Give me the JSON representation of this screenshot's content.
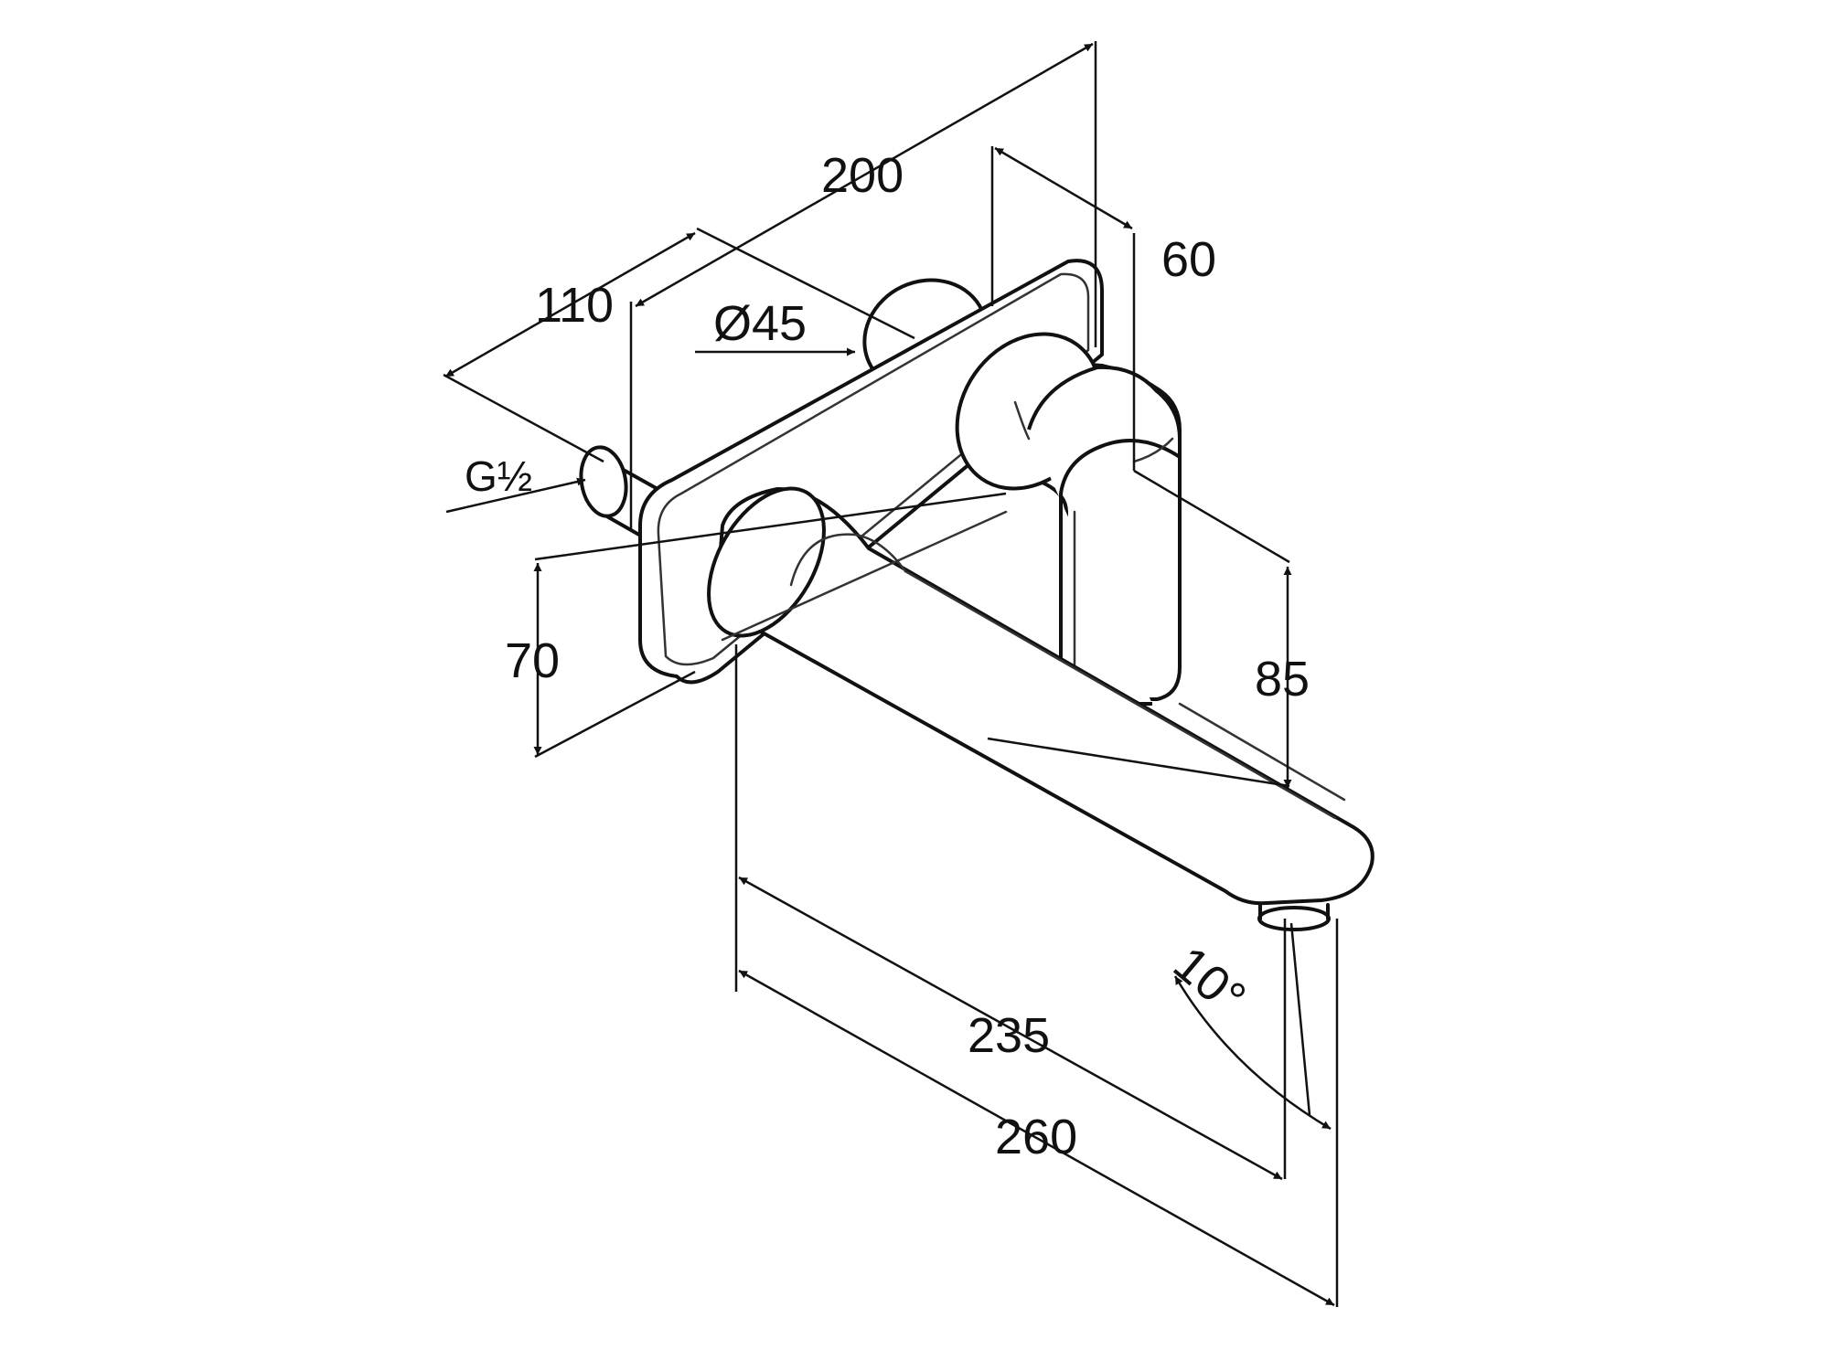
{
  "dimensions": {
    "overall_depth": "200",
    "offset_depth": "110",
    "lever_depth": "60",
    "rosette_diameter": "Ø45",
    "connection_thread": "G½",
    "plate_height": "70",
    "spout_clearance": "85",
    "spout_projection_inner": "235",
    "spout_projection_outer": "260",
    "spout_angle": "10°"
  },
  "colors": {
    "line": "#111111",
    "background": "#ffffff"
  }
}
